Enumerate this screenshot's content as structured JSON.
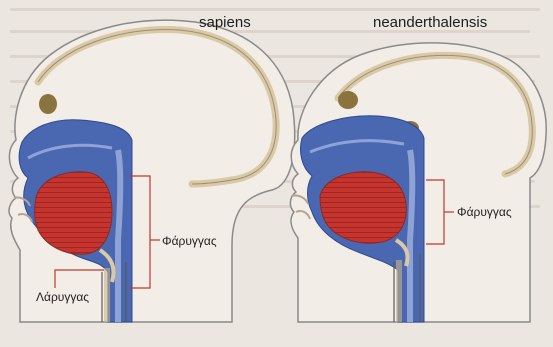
{
  "figures": [
    {
      "species": "sapiens",
      "labels": {
        "pharynx": "Φάρυγγας",
        "larynx": "Λάρυγγας"
      }
    },
    {
      "species": "neanderthalensis",
      "labels": {
        "pharynx": "Φάρυγγας"
      }
    }
  ],
  "colors": {
    "background": "#eae4de",
    "head_outline": "#888888",
    "airway_tissue": "#4a67b2",
    "tongue": "#c4352f",
    "bone": "#d9c9a6",
    "sinus": "#8b7340",
    "label_lines": "#c0392b"
  }
}
